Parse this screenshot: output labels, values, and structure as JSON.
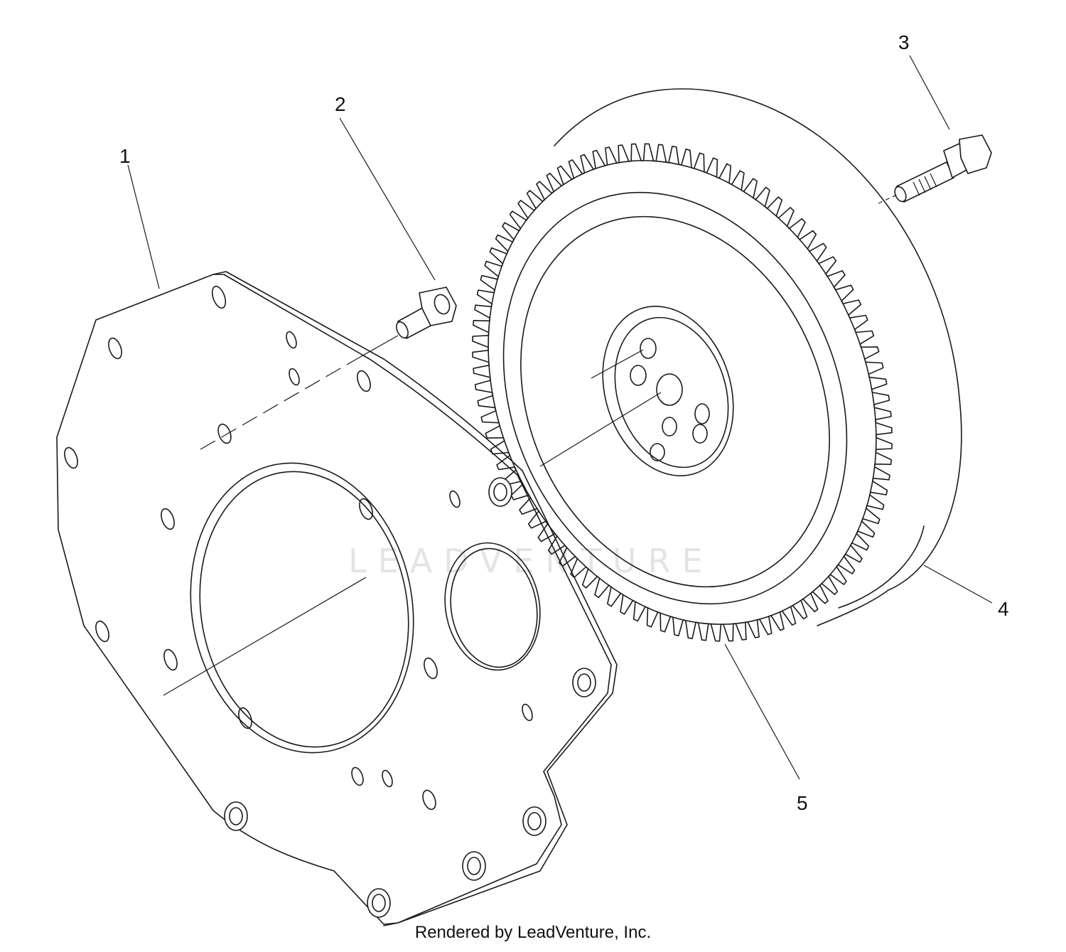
{
  "callouts": [
    {
      "id": "1",
      "label": "1"
    },
    {
      "id": "2",
      "label": "2"
    },
    {
      "id": "3",
      "label": "3"
    },
    {
      "id": "4",
      "label": "4"
    },
    {
      "id": "5",
      "label": "5"
    }
  ],
  "watermark": "LEADVENTURE",
  "footer": "Rendered by LeadVenture, Inc."
}
